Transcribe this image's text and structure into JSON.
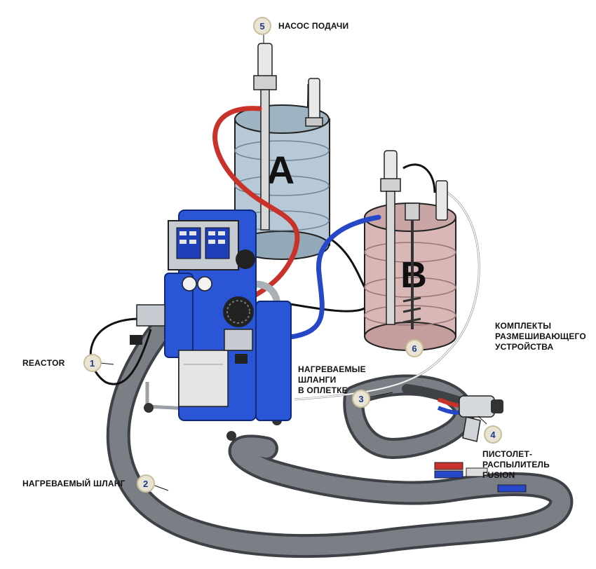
{
  "drums": {
    "a_letter": "A",
    "b_letter": "B"
  },
  "callouts": [
    {
      "number": "1",
      "label_lines": [
        "REACTOR"
      ]
    },
    {
      "number": "2",
      "label_lines": [
        "НАГРЕВАЕМЫЙ ШЛАНГ"
      ]
    },
    {
      "number": "3",
      "label_lines": [
        "НАГРЕВАЕМЫЕ",
        "ШЛАНГИ",
        "В ОПЛЕТКЕ"
      ]
    },
    {
      "number": "4",
      "label_lines": [
        "ПИСТОЛЕТ-РАСПЫЛИТЕЛЬ",
        "FUSION"
      ]
    },
    {
      "number": "5",
      "label_lines": [
        "НАСОС ПОДАЧИ"
      ]
    },
    {
      "number": "6",
      "label_lines": [
        "КОМПЛЕКТЫ",
        "РАЗМЕШИВАЮЩЕГО",
        "УСТРОЙСТВА"
      ]
    }
  ],
  "colors": {
    "reactor_blue": "#2a55d6",
    "hose_red": "#c8322a",
    "hose_blue": "#2747c9",
    "drum_a": "#b7c9d6",
    "drum_b": "#d9b7b7",
    "braided_hose": "#55595e",
    "badge_fill": "#e9e4d4",
    "badge_number": "#1d3b8f"
  }
}
